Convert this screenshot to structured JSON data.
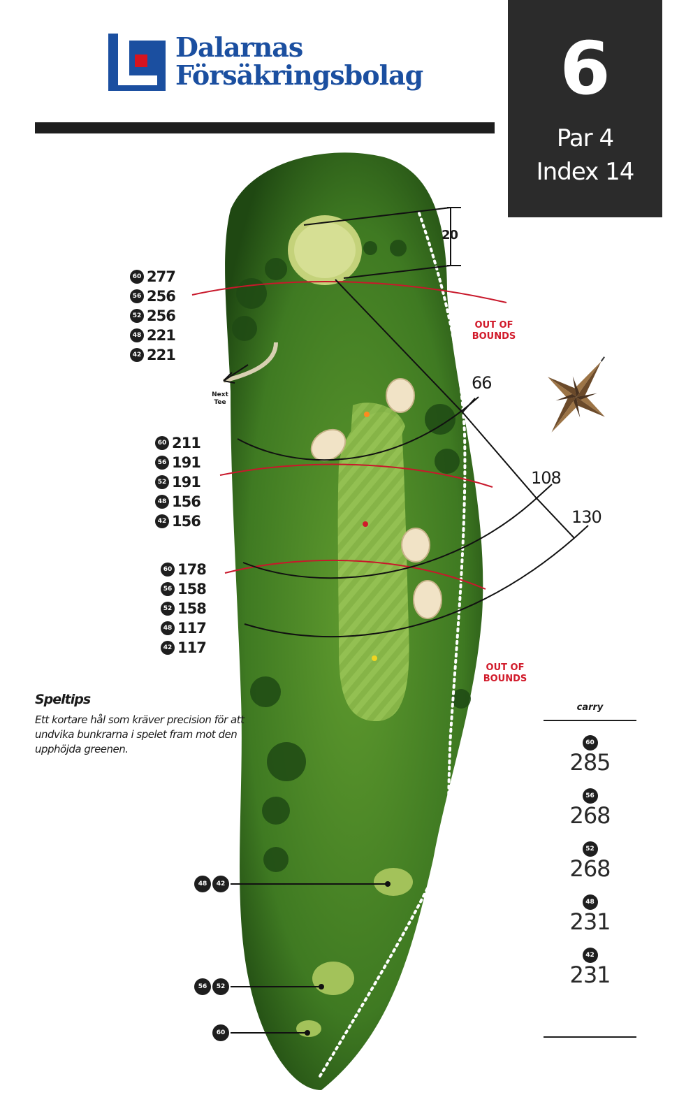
{
  "sponsor": {
    "line1": "Dalarnas",
    "line2": "Försäkringsbolag"
  },
  "hole": {
    "number": "6",
    "par": "Par 4",
    "index": "Index 14"
  },
  "green_depth": "20",
  "distance_groups": [
    {
      "rows": [
        {
          "tee": "60",
          "value": "277"
        },
        {
          "tee": "56",
          "value": "256"
        },
        {
          "tee": "52",
          "value": "256"
        },
        {
          "tee": "48",
          "value": "221"
        },
        {
          "tee": "42",
          "value": "221"
        }
      ]
    },
    {
      "rows": [
        {
          "tee": "60",
          "value": "211"
        },
        {
          "tee": "56",
          "value": "191"
        },
        {
          "tee": "52",
          "value": "191"
        },
        {
          "tee": "48",
          "value": "156"
        },
        {
          "tee": "42",
          "value": "156"
        }
      ]
    },
    {
      "rows": [
        {
          "tee": "60",
          "value": "178"
        },
        {
          "tee": "56",
          "value": "158"
        },
        {
          "tee": "52",
          "value": "158"
        },
        {
          "tee": "48",
          "value": "117"
        },
        {
          "tee": "42",
          "value": "117"
        }
      ]
    }
  ],
  "carry_distances": {
    "d66": "66",
    "d108": "108",
    "d130": "130"
  },
  "out_of_bounds": {
    "label": "OUT OF BOUNDS"
  },
  "next_tee": "Next Tee",
  "tips": {
    "title": "Speltips",
    "body": "Ett kortare hål som kräver precision för att undvika bunkrarna i spelet fram mot den upphöjda greenen."
  },
  "carry_table": {
    "title": "carry",
    "items": [
      {
        "tee": "60",
        "value": "285"
      },
      {
        "tee": "56",
        "value": "268"
      },
      {
        "tee": "52",
        "value": "268"
      },
      {
        "tee": "48",
        "value": "231"
      },
      {
        "tee": "42",
        "value": "231"
      }
    ]
  },
  "tee_markers": [
    {
      "tees": [
        "48",
        "42"
      ]
    },
    {
      "tees": [
        "56",
        "52"
      ]
    },
    {
      "tees": [
        "60"
      ]
    }
  ],
  "colors": {
    "brand_blue": "#1b4fa0",
    "brand_red": "#d7141e",
    "dark_box": "#2b2b2b",
    "oob_red": "#d11a2a",
    "fairway": "#6fa13a",
    "rough": "#3f7a22"
  }
}
